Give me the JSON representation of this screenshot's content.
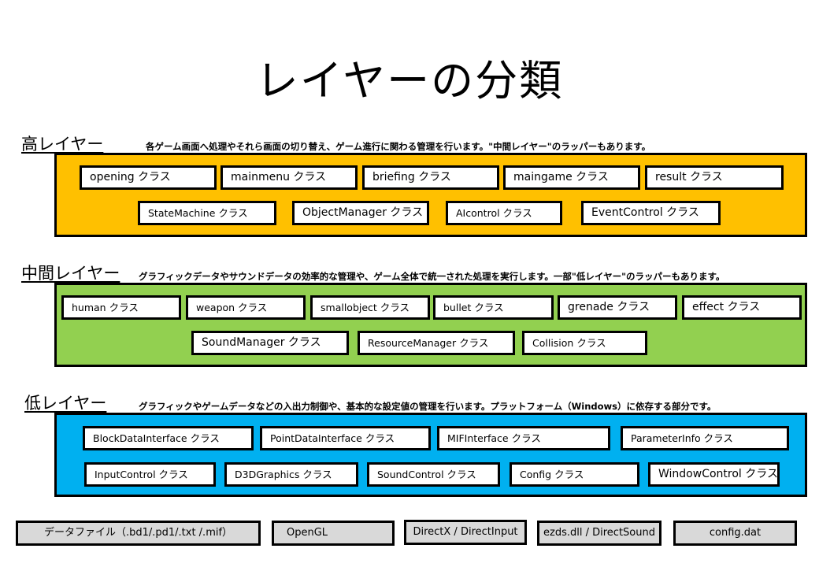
{
  "title": "レイヤーの分類",
  "colors": {
    "high": "#FFC000",
    "mid": "#92D050",
    "low": "#00B0F0",
    "base": "#D9D9D9"
  },
  "layers": {
    "high": {
      "label": "高レイヤー",
      "description": "各ゲーム画面へ処理やそれら画面の切り替え、ゲーム進行に関わる管理を行います。\"中間レイヤー\"のラッパーもあります。",
      "classes": [
        "opening クラス",
        "mainmenu クラス",
        "briefing クラス",
        "maingame クラス",
        "result クラス",
        "StateMachine クラス",
        "ObjectManager クラス",
        "AIcontrol クラス",
        "EventControl クラス"
      ]
    },
    "mid": {
      "label": "中間レイヤー",
      "description": "グラフィックデータやサウンドデータの効率的な管理や、ゲーム全体で統一された処理を実行します。一部\"低レイヤー\"のラッパーもあります。",
      "classes": [
        "human クラス",
        "weapon クラス",
        "smallobject クラス",
        "bullet クラス",
        "grenade クラス",
        "effect クラス",
        "SoundManager クラス",
        "ResourceManager クラス",
        "Collision クラス"
      ]
    },
    "low": {
      "label": "低レイヤー",
      "description": "グラフィックやゲームデータなどの入出力制御や、基本的な設定値の管理を行います。プラットフォーム（Windows）に依存する部分です。",
      "classes": [
        "BlockDataInterface クラス",
        "PointDataInterface クラス",
        "MIFInterface クラス",
        "ParameterInfo クラス",
        "InputControl クラス",
        "D3DGraphics クラス",
        "SoundControl クラス",
        "Config クラス",
        "WindowControl クラス"
      ]
    }
  },
  "base_items": [
    "データファイル（.bd1/.pd1/.txt /.mif）",
    "OpenGL",
    "DirectX / DirectInput",
    "ezds.dll / DirectSound",
    "config.dat"
  ]
}
